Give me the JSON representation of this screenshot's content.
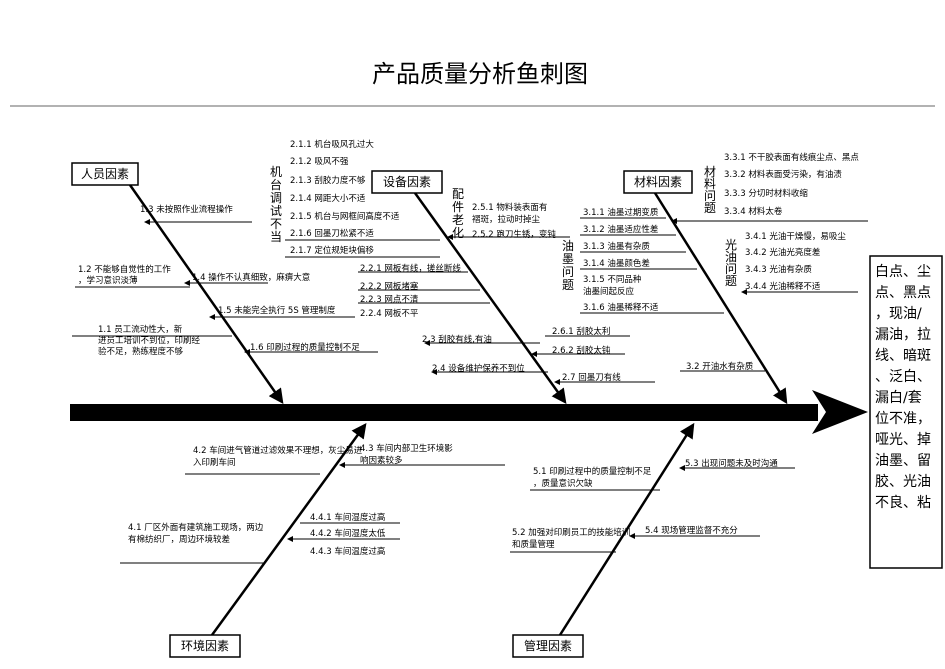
{
  "title": "产品质量分析鱼刺图",
  "categories": {
    "people": "人员因素",
    "equipment": "设备因素",
    "material": "材料因素",
    "environment": "环境因素",
    "management": "管理因素"
  },
  "sub_headings": {
    "machine_tuning": "机台调试不当",
    "parts_aging": "配件老化",
    "ink_problem": "油墨问题",
    "material_problem": "材料问题",
    "gloss_problem": "光油问题"
  },
  "result_text": "白点、尘点、黑点，现油/漏油，拉线、暗斑、泛白、漏白/套位不准，哑光、掉油墨、留胶、光油不良、粘",
  "people_items": {
    "i13": "1.3 未按照作业流程操作",
    "i12": "1.2 不能够自觉性的工作，学习意识淡薄",
    "i14": "1.4 操作不认真细致，麻痹大意",
    "i15": "1.5 未能完全执行 5S 管理制度",
    "i11": "1.1 员工流动性大，新进员工培训不到位，印刷经验不足，熟练程度不够",
    "i16": "1.6 印刷过程的质量控制不足"
  },
  "equipment_items": {
    "i211": "2.1.1 机台吸风孔过大",
    "i212": "2.1.2 吸风不强",
    "i213": "2.1.3 刮胶力度不够",
    "i214": "2.1.4 网距大小不适",
    "i215": "2.1.5 机台与网框间高度不适",
    "i216": "2.1.6 回墨刀松紧不适",
    "i217": "2.1.7 定位规矩块偏移",
    "i251": "2.5.1 物料装表面有褶斑，拉动时掉尘",
    "i252": "2.5.2 跑刀生锈，变钝",
    "i221": "2.2.1 网板有线，搓丝断线",
    "i222": "2.2.2 网板堵塞",
    "i223": "2.2.3 网点不清",
    "i224": "2.2.4 网板不平",
    "i23": "2.3 刮胶有线,有油",
    "i24": "2.4 设备维护保养不到位",
    "i261": "2.6.1 刮胶太利",
    "i262": "2.6.2 刮胶太钝",
    "i27": "2.7 回墨刀有线"
  },
  "material_items": {
    "i331": "3.3.1 不干胶表面有线痕尘点、黑点",
    "i332": "3.3.2 材料表面受污染，有油渍",
    "i333": "3.3.3 分切时材料收缩",
    "i334": "3.3.4 材料太卷",
    "i311": "3.1.1 油墨过期变质",
    "i312": "3.1.2 油墨适应性差",
    "i313": "3.1.3 油墨有杂质",
    "i314": "3.1.4 油墨颜色差",
    "i315": "3.1.5 不同品种油墨间起反应",
    "i316": "3.1.6 油墨稀释不适",
    "i341": "3.4.1 光油干燥慢，易吸尘",
    "i342": "3.4.2 光油光亮度差",
    "i343": "3.4.3 光油有杂质",
    "i344": "3.4.4 光油稀释不适",
    "i32": "3.2 开油水有杂质"
  },
  "environment_items": {
    "i42": "4.2 车间进气管道过滤效果不理想，灰尘易进入印刷车间",
    "i43": "4.3 车间内部卫生环境影响因素较多",
    "i41": "4.1 厂区外面有建筑施工现场，两边有棉纺织厂，周边环境较差",
    "i441": "4.4.1 车间湿度过高",
    "i442": "4.4.2 车间湿度太低",
    "i443": "4.4.3 车间温度过高"
  },
  "management_items": {
    "i53": "5.3 出现问题未及时沟通",
    "i51": "5.1 印刷过程中的质量控制不足，质量意识欠缺",
    "i54": "5.4 现场管理监督不充分",
    "i52": "5.2 加强对印刷员工的技能培训和质量管理"
  }
}
